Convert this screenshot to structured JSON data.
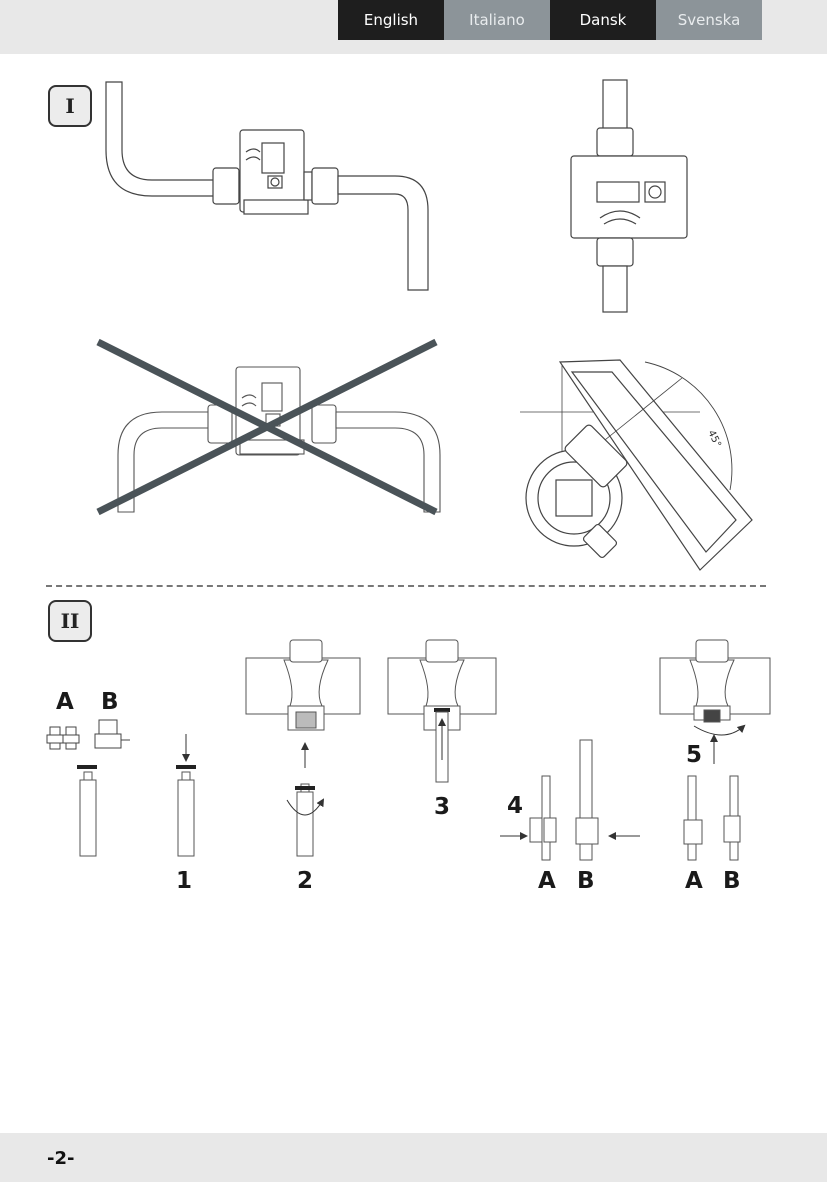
{
  "languages": [
    {
      "label": "English",
      "style": "dark"
    },
    {
      "label": "Italiano",
      "style": "gray"
    },
    {
      "label": "Dansk",
      "style": "dark"
    },
    {
      "label": "Svenska",
      "style": "gray"
    }
  ],
  "sections": {
    "one": "I",
    "two": "II"
  },
  "angle_label": "45°",
  "variants": {
    "a": "A",
    "b": "B"
  },
  "steps": {
    "s1": "1",
    "s2": "2",
    "s3": "3",
    "s4": "4",
    "s5": "5"
  },
  "page_number": "-2-",
  "colors": {
    "tab_dark": "#1e1e1e",
    "tab_gray": "#8c9499",
    "cross": "#4a5358",
    "bar": "#e8e8e8"
  }
}
